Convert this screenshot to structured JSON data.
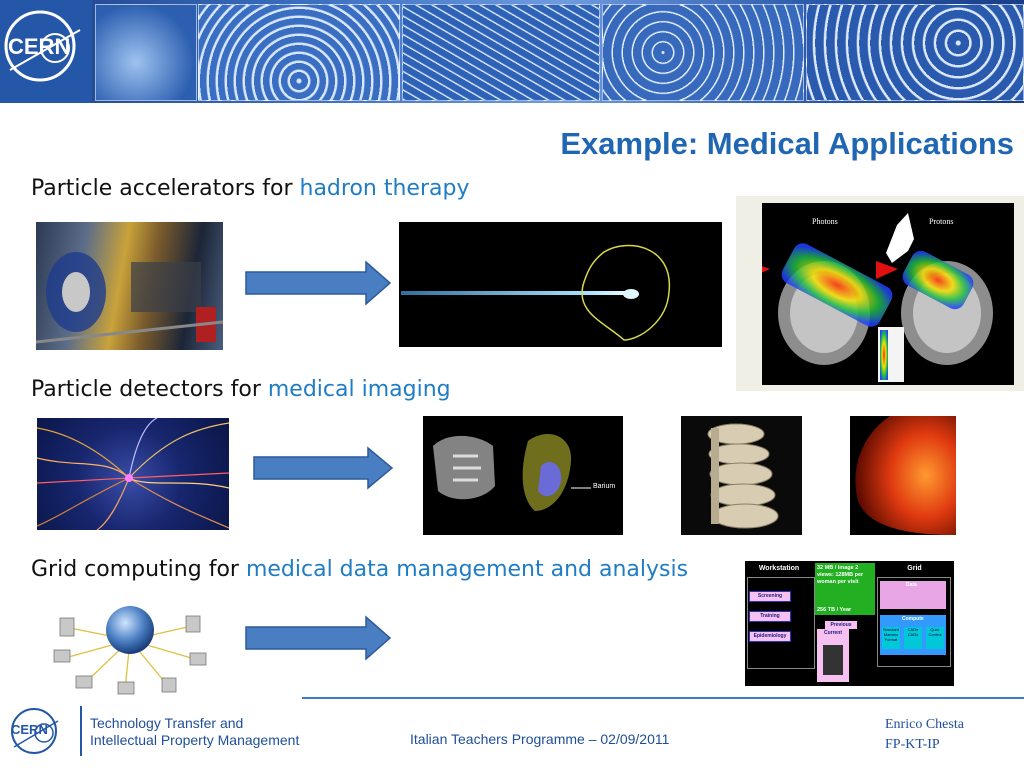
{
  "title": "Example: Medical Applications",
  "sections": [
    {
      "lead": "Particle accelerators for ",
      "highlight": "hadron therapy"
    },
    {
      "lead": "Particle detectors for ",
      "highlight": "medical imaging"
    },
    {
      "lead": "Grid computing for ",
      "highlight": "medical data management and analysis"
    }
  ],
  "therapy_image": {
    "label_left": "Photons",
    "label_right": "Protons"
  },
  "grid_image": {
    "workstation": "Workstation",
    "grid": "Grid",
    "stats": "32 MB / Image 2 views: 128MB per woman per visit",
    "rate": "256 TB / Year",
    "screening": "Screening",
    "training": "Training",
    "epidemiology": "Epidemiology",
    "previous": "Previous",
    "current": "Current",
    "data": "Data",
    "compute": "Compute",
    "standard": "Standard Mammo Format",
    "cad": "CADe CADx",
    "quality": "Qual. Control"
  },
  "imaging_label": "Barium",
  "footer": {
    "org_line1": "Technology Transfer and",
    "org_line2": "Intellectual Property Management",
    "center": "Italian Teachers Programme  – 02/09/2011",
    "author": "Enrico Chesta",
    "unit": "FP-KT-IP",
    "logo_text": "CERN"
  },
  "header_logo": "CERN",
  "colors": {
    "title": "#1f66b3",
    "highlight": "#1f7dc6",
    "arrow": "#4a7ec2"
  }
}
